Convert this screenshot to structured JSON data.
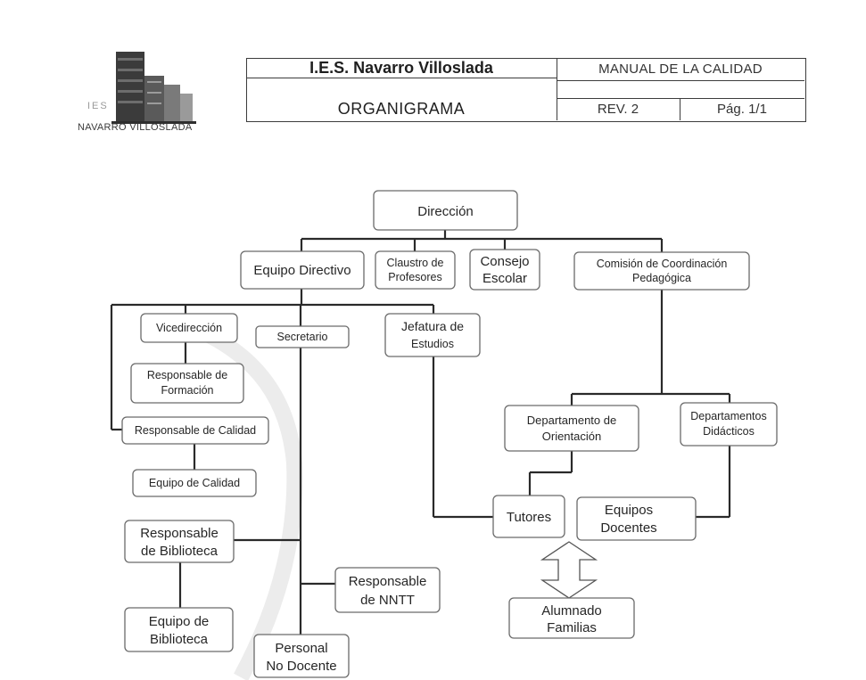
{
  "logo": {
    "abbr": "IES",
    "name": "NAVARRO VILLOSLADA",
    "icon": "school-building-icon"
  },
  "header": {
    "school": "I.E.S. Navarro Villoslada",
    "document": "ORGANIGRAMA",
    "manual": "MANUAL DE LA CALIDAD",
    "revision": "REV. 2",
    "page": "Pág. 1/1"
  },
  "org": {
    "direccion": "Dirección",
    "equipo_directivo": "Equipo Directivo",
    "claustro": [
      "Claustro de",
      "Profesores"
    ],
    "consejo": [
      "Consejo",
      "Escolar"
    ],
    "comision": [
      "Comisión de Coordinación",
      "Pedagógica"
    ],
    "vicedireccion": "Vicedirección",
    "secretario": "Secretario",
    "jefatura": [
      "Jefatura de",
      "Estudios"
    ],
    "resp_formacion": [
      "Responsable de",
      "Formación"
    ],
    "resp_calidad": "Responsable de Calidad",
    "equipo_calidad": "Equipo de Calidad",
    "dep_orientacion": [
      "Departamento de",
      "Orientación"
    ],
    "dep_didacticos": [
      "Departamentos",
      "Didácticos"
    ],
    "tutores": "Tutores",
    "equipos_docentes": [
      "Equipos",
      "Docentes"
    ],
    "resp_biblioteca": [
      "Responsable",
      "de Biblioteca"
    ],
    "equipo_biblioteca": [
      "Equipo de",
      "Biblioteca"
    ],
    "resp_nntt": [
      "Responsable",
      "de NNTT"
    ],
    "personal": [
      "Personal",
      "No Docente"
    ],
    "alumnado": [
      "Alumnado",
      "Familias"
    ]
  }
}
